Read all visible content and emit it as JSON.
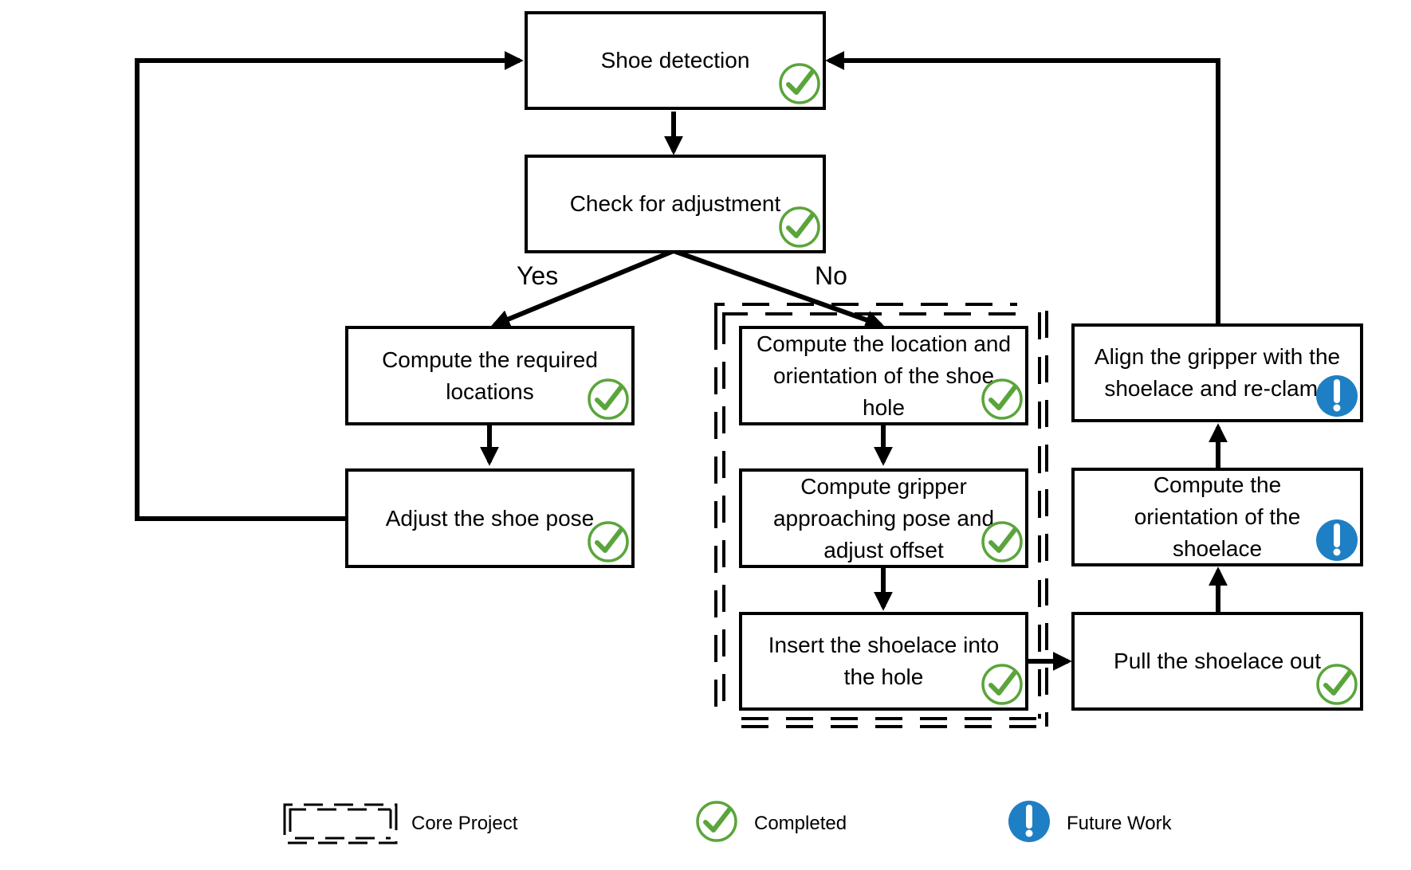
{
  "nodes": {
    "shoe_detection": {
      "label": "Shoe detection",
      "status": "completed"
    },
    "check_adjustment": {
      "label": "Check for adjustment",
      "status": "completed"
    },
    "compute_required_locations": {
      "label": "Compute the required locations",
      "status": "completed"
    },
    "adjust_shoe_pose": {
      "label": "Adjust the shoe pose",
      "status": "completed"
    },
    "compute_shoe_hole": {
      "label": "Compute the location and orientation of the shoe hole",
      "status": "completed"
    },
    "compute_gripper_pose": {
      "label": "Compute gripper approaching pose and adjust offset",
      "status": "completed"
    },
    "insert_shoelace": {
      "label": "Insert the shoelace into the hole",
      "status": "completed"
    },
    "pull_shoelace": {
      "label": "Pull the shoelace out",
      "status": "completed"
    },
    "compute_shoelace_orientation": {
      "label": "Compute the orientation of the shoelace",
      "status": "future"
    },
    "align_gripper": {
      "label": "Align the gripper with the shoelace and re-clamp",
      "status": "future"
    }
  },
  "edges": {
    "yes_label": "Yes",
    "no_label": "No"
  },
  "legend": {
    "core_project": "Core Project",
    "completed": "Completed",
    "future_work": "Future Work"
  },
  "colors": {
    "completed": "#5aa53b",
    "future": "#1f7fc4",
    "line": "#000000"
  }
}
